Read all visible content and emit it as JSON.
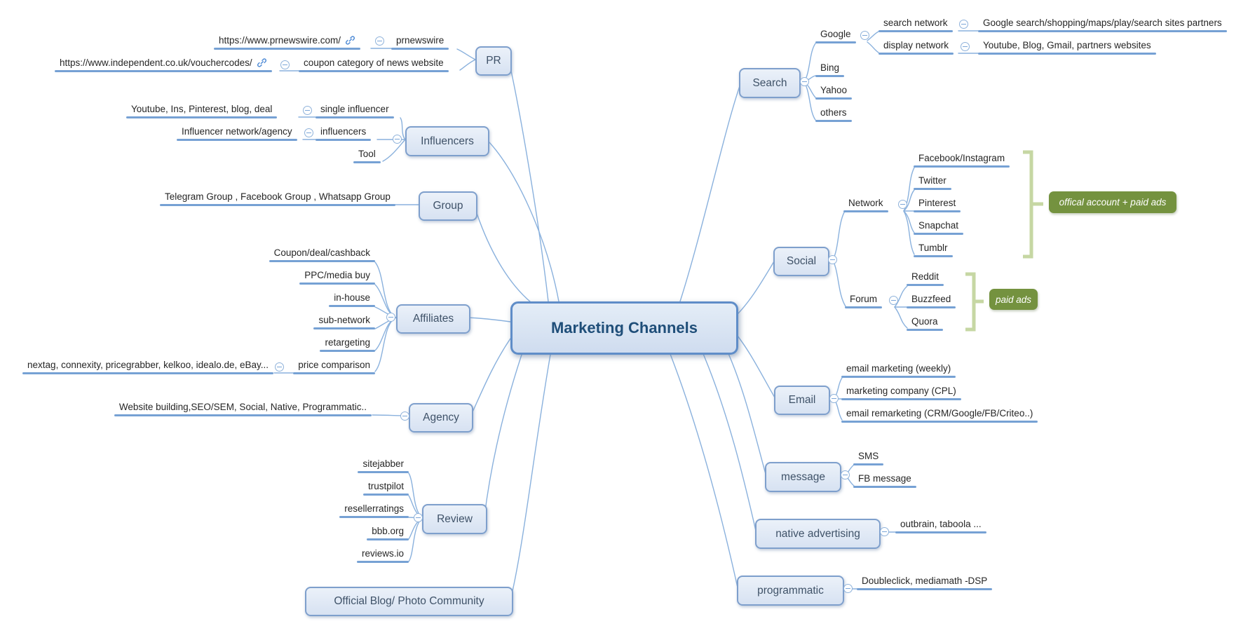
{
  "map": {
    "root": "Marketing Channels",
    "left": {
      "pr": {
        "label": "PR",
        "children": [
          {
            "label": "prnewswire",
            "url": "https://www.prnewswire.com/"
          },
          {
            "label": "coupon category of news website",
            "url": "https://www.independent.co.uk/vouchercodes/"
          }
        ]
      },
      "influencers": {
        "label": "Influencers",
        "children": [
          {
            "label": "single influencer",
            "detail": "Youtube, Ins, Pinterest, blog, deal"
          },
          {
            "label": "influencers",
            "detail": "Influencer network/agency"
          },
          {
            "label": "Tool"
          }
        ]
      },
      "group": {
        "label": "Group",
        "children": [
          {
            "label": "Telegram Group , Facebook Group ,  Whatsapp Group"
          }
        ]
      },
      "affiliates": {
        "label": "Affiliates",
        "children": [
          {
            "label": "Coupon/deal/cashback"
          },
          {
            "label": "PPC/media buy"
          },
          {
            "label": "in-house"
          },
          {
            "label": "sub-network"
          },
          {
            "label": "retargeting"
          },
          {
            "label": "price comparison",
            "detail": "nextag, connexity, pricegrabber, kelkoo, idealo.de, eBay..."
          }
        ]
      },
      "agency": {
        "label": "Agency",
        "children": [
          {
            "label": "Website building,SEO/SEM, Social, Native, Programmatic.."
          }
        ]
      },
      "review": {
        "label": "Review",
        "children": [
          {
            "label": "sitejabber"
          },
          {
            "label": "trustpilot"
          },
          {
            "label": "resellerratings"
          },
          {
            "label": "bbb.org"
          },
          {
            "label": "reviews.io"
          }
        ]
      },
      "official_blog": {
        "label": "Official Blog/ Photo Community"
      }
    },
    "right": {
      "search": {
        "label": "Search",
        "children": [
          {
            "label": "Google",
            "children": [
              {
                "label": "search network",
                "detail": "Google search/shopping/maps/play/search sites partners"
              },
              {
                "label": "display network",
                "detail": "Youtube, Blog, Gmail, partners websites"
              }
            ]
          },
          {
            "label": "Bing"
          },
          {
            "label": "Yahoo"
          },
          {
            "label": "others"
          }
        ]
      },
      "social": {
        "label": "Social",
        "children": [
          {
            "label": "Network",
            "note": "offical account + paid ads",
            "children": [
              {
                "label": "Facebook/Instagram"
              },
              {
                "label": "Twitter"
              },
              {
                "label": "Pinterest"
              },
              {
                "label": "Snapchat"
              },
              {
                "label": "Tumblr"
              }
            ]
          },
          {
            "label": "Forum",
            "note": "paid ads",
            "children": [
              {
                "label": "Reddit"
              },
              {
                "label": "Buzzfeed"
              },
              {
                "label": "Quora"
              }
            ]
          }
        ]
      },
      "email": {
        "label": "Email",
        "children": [
          {
            "label": "email marketing (weekly)"
          },
          {
            "label": "marketing company (CPL)"
          },
          {
            "label": "email remarketing (CRM/Google/FB/Criteo..)"
          }
        ]
      },
      "message": {
        "label": "message",
        "children": [
          {
            "label": "SMS"
          },
          {
            "label": "FB message"
          }
        ]
      },
      "native_advertising": {
        "label": "native advertising",
        "children": [
          {
            "label": "outbrain, taboola ..."
          }
        ]
      },
      "programmatic": {
        "label": "programmatic",
        "children": [
          {
            "label": "Doubleclick, mediamath -DSP"
          }
        ]
      }
    },
    "icons": {
      "collapse": "minus-circle",
      "link": "chain-link"
    },
    "colors": {
      "branch_line": "#8ab1dd",
      "topic_underline": "#76a1d4",
      "node_fill": "#dbe5f2",
      "node_border": "#7e9fcc",
      "central_text": "#1f4e79",
      "note_green": "#74923f",
      "bracket_green": "#c6d7a3",
      "link_icon_blue": "#4f8bd6"
    }
  }
}
